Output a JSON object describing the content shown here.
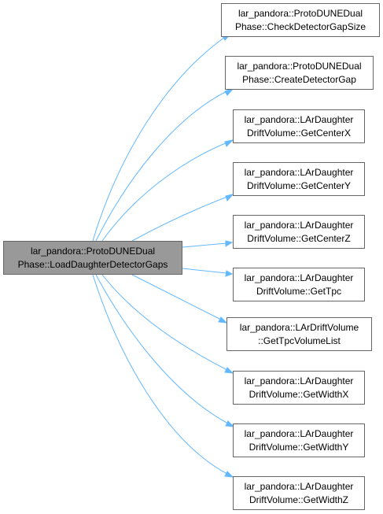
{
  "root": {
    "line1": "lar_pandora::ProtoDUNEDual",
    "line2": "Phase::LoadDaughterDetectorGaps"
  },
  "callees": [
    {
      "line1": "lar_pandora::ProtoDUNEDual",
      "line2": "Phase::CheckDetectorGapSize"
    },
    {
      "line1": "lar_pandora::ProtoDUNEDual",
      "line2": "Phase::CreateDetectorGap"
    },
    {
      "line1": "lar_pandora::LArDaughter",
      "line2": "DriftVolume::GetCenterX"
    },
    {
      "line1": "lar_pandora::LArDaughter",
      "line2": "DriftVolume::GetCenterY"
    },
    {
      "line1": "lar_pandora::LArDaughter",
      "line2": "DriftVolume::GetCenterZ"
    },
    {
      "line1": "lar_pandora::LArDaughter",
      "line2": "DriftVolume::GetTpc"
    },
    {
      "line1": "lar_pandora::LArDriftVolume",
      "line2": "::GetTpcVolumeList"
    },
    {
      "line1": "lar_pandora::LArDaughter",
      "line2": "DriftVolume::GetWidthX"
    },
    {
      "line1": "lar_pandora::LArDaughter",
      "line2": "DriftVolume::GetWidthY"
    },
    {
      "line1": "lar_pandora::LArDaughter",
      "line2": "DriftVolume::GetWidthZ"
    }
  ],
  "colors": {
    "edge": "#63b8ff",
    "root_fill": "#999999",
    "node_border": "#666666"
  }
}
